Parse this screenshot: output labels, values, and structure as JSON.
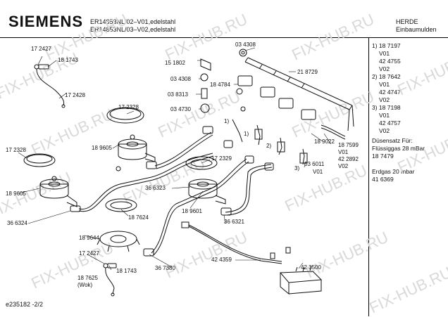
{
  "header": {
    "brand": "SIEMENS",
    "model_1": "ER14853NL/02–V01,edelstahl",
    "model_2": "ER14853NL/03–V02,edelstahl",
    "category_1": "HERDE",
    "category_2": "Einbaumulden"
  },
  "legend": [
    "1) 18 7197",
    "V01",
    "42 4755",
    "V02",
    "2) 18 7642",
    "V01",
    "42 4747",
    "V02",
    "3) 18 7198",
    "V01",
    "42 4757",
    "V02",
    "Düsensatz Für:",
    "Flüssiggas 28 mBar",
    "18 7479",
    "",
    "Erdgas 20 mbar",
    "41 6369"
  ],
  "part_labels": {
    "p1": "17 2427",
    "p2": "18 1743",
    "p3": "17 2428",
    "p4": "17 2328",
    "p5": "17 2328",
    "p6": "18 9605",
    "p7": "18 9605",
    "p8": "36 6324",
    "p9": "15 1802",
    "p10": "03 4308",
    "p11": "03 8313",
    "p12": "03 4730",
    "p13": "03 4308",
    "p14": "18 4784",
    "p15": "21 8729",
    "p16": "17 2329",
    "p17": "36 6323",
    "p18": "18 7624",
    "p19": "18 9601",
    "p20": "18 9644",
    "p21": "17 2427",
    "p22": "18 1743",
    "p23": "36 7380",
    "p24": "18 7625",
    "p25": "(Wok)",
    "p26": "36 6321",
    "p27": "42 4359",
    "p28": "42 3500",
    "p29": "18 9022",
    "p30": "03 6011",
    "p31": "V01",
    "p32": "18 7599",
    "p33": "V01",
    "p34": "42 2892",
    "p35": "V02",
    "c1": "1)",
    "c2": "1)",
    "c3": "2)",
    "c4": "3)"
  },
  "watermark": "FIX-HUB.RU",
  "footer": "e235182 -2/2"
}
